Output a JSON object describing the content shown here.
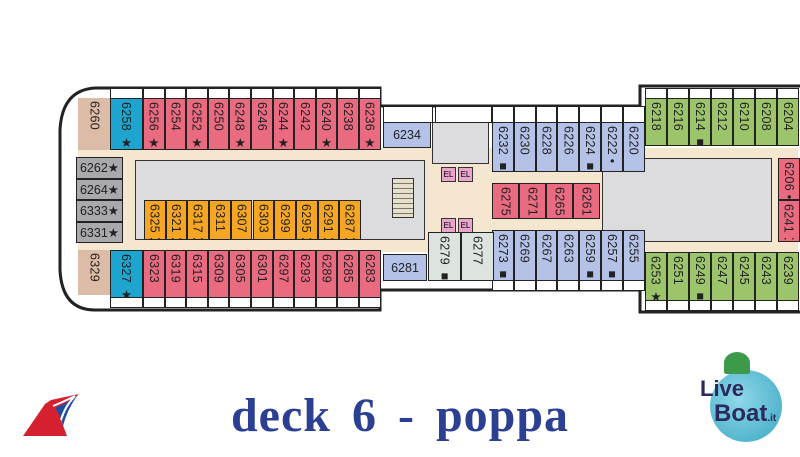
{
  "title": "deck 6 - poppa",
  "colors": {
    "pink": "#ea6a80",
    "cyan": "#1ea5cf",
    "tan": "#dcbca6",
    "grey": "#a8a8ad",
    "orange": "#f6a623",
    "lightblue": "#b5c2e8",
    "green": "#9cc56b",
    "corridor": "#f4e6cf",
    "public": "#dcdcde",
    "lightgrey": "#dde3df",
    "title": "#2b3f93"
  },
  "aft": {
    "top_end": "6258 ★",
    "bottom_end": "6327 ★",
    "top_row": [
      "6256 ★",
      "6254",
      "6252 ★",
      "6250",
      "6248 ★",
      "6246",
      "6244 ★",
      "6242",
      "6240 ★",
      "6238",
      "6236 ★"
    ],
    "inner_row": [
      "6325 ⁚",
      "6321 ⁚",
      "6317 ⁚",
      "6311",
      "6307",
      "6303",
      "6299",
      "6295 ⁚",
      "6291 ⁚",
      "6287 ⁚"
    ],
    "bottom_row": [
      "6323",
      "6319",
      "6315",
      "6309",
      "6305",
      "6301",
      "6297",
      "6293",
      "6289",
      "6285",
      "6283"
    ],
    "stern_top": "6260",
    "stern_bottom": "6329",
    "stern_stack": [
      "6262★",
      "6264★",
      "6333★",
      "6331★"
    ]
  },
  "mid": {
    "side_top": "6234",
    "side_bottom": "6281",
    "elevator_label": "EL",
    "top_row": [
      "6232 ■",
      "6230",
      "6228",
      "6226",
      "6224 ■",
      "6222 •",
      "6220"
    ],
    "inner_row": [
      "6275",
      "6271",
      "6265",
      "6261"
    ],
    "bottom_row": [
      "6273 ■",
      "6269",
      "6267",
      "6263",
      "6259 ■",
      "6257 ■",
      "6255"
    ],
    "lobby_cabins": [
      "6279 ■",
      "6277"
    ]
  },
  "fwd": {
    "top_row": [
      "6218",
      "6216",
      "6214 ■",
      "6212",
      "6210",
      "6208",
      "6204"
    ],
    "bottom_row": [
      "6253 ★",
      "6251",
      "6249 ■",
      "6247",
      "6245",
      "6243",
      "6239"
    ],
    "inner_col": [
      "6206 •",
      "6241 ⁚"
    ]
  },
  "logos": {
    "left": "Carnival",
    "right": "LiveBoat.it"
  }
}
